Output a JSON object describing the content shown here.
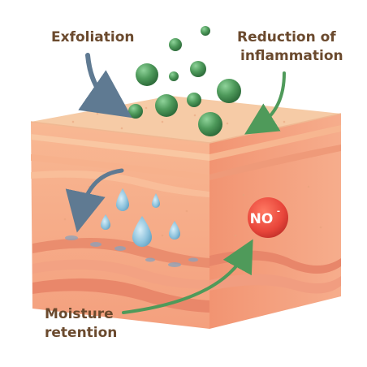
{
  "labels": {
    "exfoliation": "Exfoliation",
    "reduction_line1": "Reduction of",
    "reduction_line2": "inflammation",
    "moisture_line1": "Moisture",
    "moisture_line2": "retention",
    "no_badge": "NO",
    "no_badge_sup": "-"
  },
  "icons": {
    "exfoliation_arrow": "curved-arrow-icon",
    "inflammation_arrow": "curved-arrow-icon",
    "moisture_arrow": "curved-arrow-icon",
    "absorption_arrow": "curved-arrow-icon",
    "particles": "green-sphere-icon",
    "droplets": "water-droplet-icon"
  },
  "colors": {
    "label_text": "#6b4a2e",
    "arrow_blue_gray": "#5f7a92",
    "arrow_green": "#4f9a5a",
    "particle_green": "#4e9a5b",
    "droplet_blue": "#8ec3dd",
    "badge_red": "#e8453a",
    "skin_top": "#f6cba6",
    "skin_front": "#f5ad8a",
    "skin_side": "#f39a78"
  }
}
